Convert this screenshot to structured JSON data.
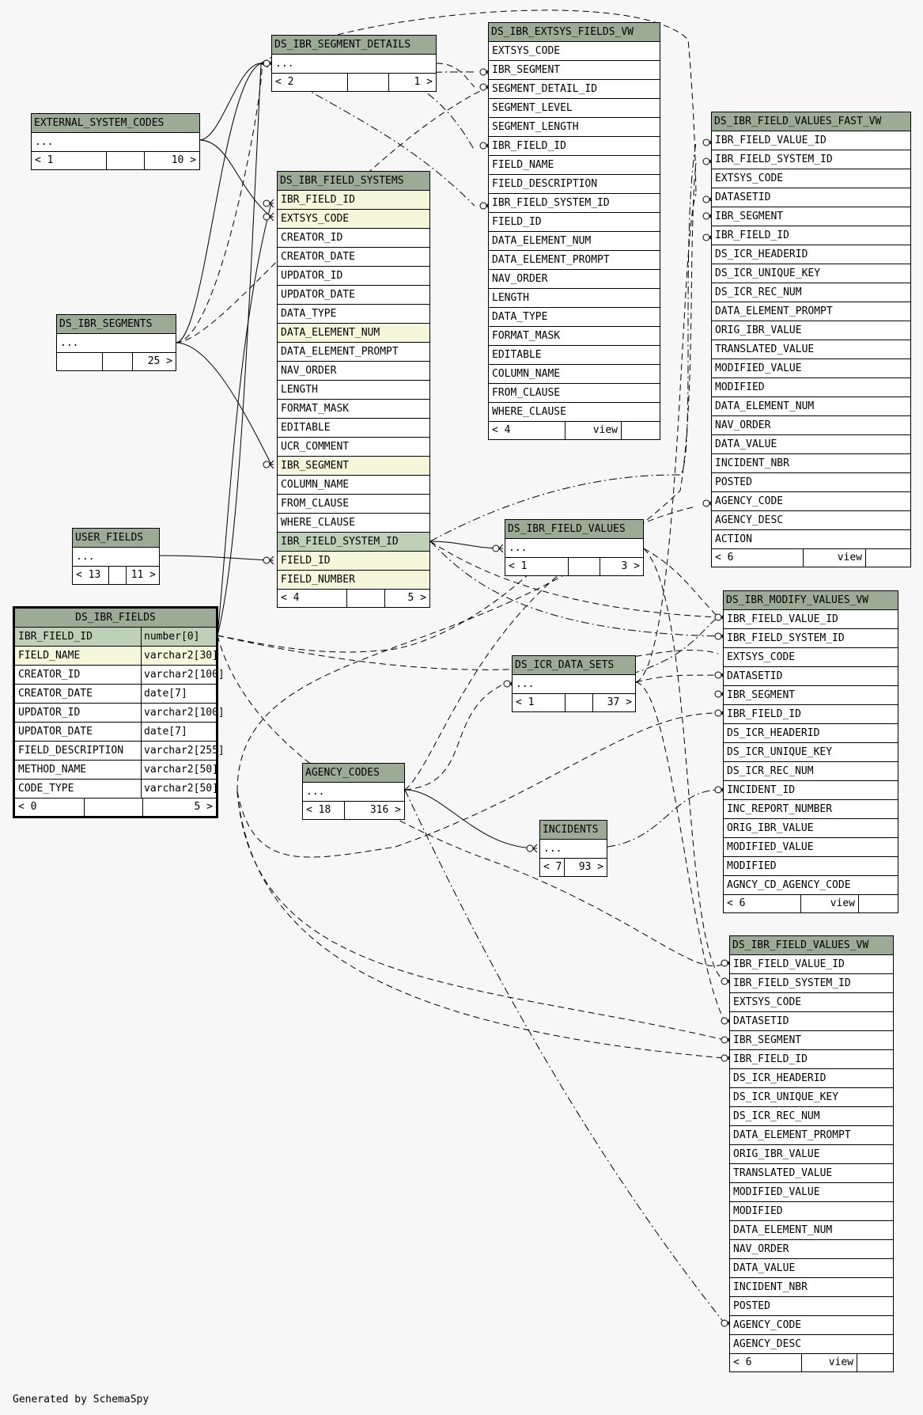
{
  "generated_by": "Generated by SchemaSpy",
  "tables": {
    "ds_ibr_segment_details": {
      "name": "DS_IBR_SEGMENT_DETAILS",
      "ellipsis": "...",
      "footer": [
        "< 2",
        "",
        "1 >"
      ]
    },
    "external_system_codes": {
      "name": "EXTERNAL_SYSTEM_CODES",
      "ellipsis": "...",
      "footer": [
        "< 1",
        "",
        "10 >"
      ]
    },
    "ds_ibr_segments": {
      "name": "DS_IBR_SEGMENTS",
      "ellipsis": "...",
      "footer": [
        "",
        "",
        "25 >"
      ]
    },
    "user_fields": {
      "name": "USER_FIELDS",
      "ellipsis": "...",
      "footer": [
        "< 13",
        "",
        "11 >"
      ]
    },
    "ds_ibr_fields": {
      "name": "DS_IBR_FIELDS",
      "columns": [
        {
          "name": "IBR_FIELD_ID",
          "type": "number[0]"
        },
        {
          "name": "FIELD_NAME",
          "type": "varchar2[30]"
        },
        {
          "name": "CREATOR_ID",
          "type": "varchar2[100]"
        },
        {
          "name": "CREATOR_DATE",
          "type": "date[7]"
        },
        {
          "name": "UPDATOR_ID",
          "type": "varchar2[100]"
        },
        {
          "name": "UPDATOR_DATE",
          "type": "date[7]"
        },
        {
          "name": "FIELD_DESCRIPTION",
          "type": "varchar2[255]"
        },
        {
          "name": "METHOD_NAME",
          "type": "varchar2[50]"
        },
        {
          "name": "CODE_TYPE",
          "type": "varchar2[50]"
        }
      ],
      "footer": [
        "< 0",
        "",
        "5 >"
      ]
    },
    "ds_ibr_field_systems": {
      "name": "DS_IBR_FIELD_SYSTEMS",
      "columns": [
        "IBR_FIELD_ID",
        "EXTSYS_CODE",
        "CREATOR_ID",
        "CREATOR_DATE",
        "UPDATOR_ID",
        "UPDATOR_DATE",
        "DATA_TYPE",
        "DATA_ELEMENT_NUM",
        "DATA_ELEMENT_PROMPT",
        "NAV_ORDER",
        "LENGTH",
        "FORMAT_MASK",
        "EDITABLE",
        "UCR_COMMENT",
        "IBR_SEGMENT",
        "COLUMN_NAME",
        "FROM_CLAUSE",
        "WHERE_CLAUSE",
        "IBR_FIELD_SYSTEM_ID",
        "FIELD_ID",
        "FIELD_NUMBER"
      ],
      "footer": [
        "< 4",
        "",
        "5 >"
      ]
    },
    "ds_ibr_extsys_fields_vw": {
      "name": "DS_IBR_EXTSYS_FIELDS_VW",
      "columns": [
        "EXTSYS_CODE",
        "IBR_SEGMENT",
        "SEGMENT_DETAIL_ID",
        "SEGMENT_LEVEL",
        "SEGMENT_LENGTH",
        "IBR_FIELD_ID",
        "FIELD_NAME",
        "FIELD_DESCRIPTION",
        "IBR_FIELD_SYSTEM_ID",
        "FIELD_ID",
        "DATA_ELEMENT_NUM",
        "DATA_ELEMENT_PROMPT",
        "NAV_ORDER",
        "LENGTH",
        "DATA_TYPE",
        "FORMAT_MASK",
        "EDITABLE",
        "COLUMN_NAME",
        "FROM_CLAUSE",
        "WHERE_CLAUSE"
      ],
      "footer": [
        "< 4",
        "view",
        ""
      ]
    },
    "ds_ibr_field_values_fast_vw": {
      "name": "DS_IBR_FIELD_VALUES_FAST_VW",
      "columns": [
        "IBR_FIELD_VALUE_ID",
        "IBR_FIELD_SYSTEM_ID",
        "EXTSYS_CODE",
        "DATASETID",
        "IBR_SEGMENT",
        "IBR_FIELD_ID",
        "DS_ICR_HEADERID",
        "DS_ICR_UNIQUE_KEY",
        "DS_ICR_REC_NUM",
        "DATA_ELEMENT_PROMPT",
        "ORIG_IBR_VALUE",
        "TRANSLATED_VALUE",
        "MODIFIED_VALUE",
        "MODIFIED",
        "DATA_ELEMENT_NUM",
        "NAV_ORDER",
        "DATA_VALUE",
        "INCIDENT_NBR",
        "POSTED",
        "AGENCY_CODE",
        "AGENCY_DESC",
        "ACTION"
      ],
      "footer": [
        "< 6",
        "view",
        ""
      ]
    },
    "ds_ibr_field_values": {
      "name": "DS_IBR_FIELD_VALUES",
      "ellipsis": "...",
      "footer": [
        "< 1",
        "",
        "3 >"
      ]
    },
    "ds_ibr_modify_values_vw": {
      "name": "DS_IBR_MODIFY_VALUES_VW",
      "columns": [
        "IBR_FIELD_VALUE_ID",
        "IBR_FIELD_SYSTEM_ID",
        "EXTSYS_CODE",
        "DATASETID",
        "IBR_SEGMENT",
        "IBR_FIELD_ID",
        "DS_ICR_HEADERID",
        "DS_ICR_UNIQUE_KEY",
        "DS_ICR_REC_NUM",
        "INCIDENT_ID",
        "INC_REPORT_NUMBER",
        "ORIG_IBR_VALUE",
        "MODIFIED_VALUE",
        "MODIFIED",
        "AGNCY_CD_AGENCY_CODE"
      ],
      "footer": [
        "< 6",
        "view",
        ""
      ]
    },
    "ds_icr_data_sets": {
      "name": "DS_ICR_DATA_SETS",
      "ellipsis": "...",
      "footer": [
        "< 1",
        "",
        "37 >"
      ]
    },
    "agency_codes": {
      "name": "AGENCY_CODES",
      "ellipsis": "...",
      "footer": [
        "< 18",
        "316 >"
      ]
    },
    "incidents": {
      "name": "INCIDENTS",
      "ellipsis": "...",
      "footer": [
        "< 7",
        "93 >"
      ]
    },
    "ds_ibr_field_values_vw": {
      "name": "DS_IBR_FIELD_VALUES_VW",
      "columns": [
        "IBR_FIELD_VALUE_ID",
        "IBR_FIELD_SYSTEM_ID",
        "EXTSYS_CODE",
        "DATASETID",
        "IBR_SEGMENT",
        "IBR_FIELD_ID",
        "DS_ICR_HEADERID",
        "DS_ICR_UNIQUE_KEY",
        "DS_ICR_REC_NUM",
        "DATA_ELEMENT_PROMPT",
        "ORIG_IBR_VALUE",
        "TRANSLATED_VALUE",
        "MODIFIED_VALUE",
        "MODIFIED",
        "DATA_ELEMENT_NUM",
        "NAV_ORDER",
        "DATA_VALUE",
        "INCIDENT_NBR",
        "POSTED",
        "AGENCY_CODE",
        "AGENCY_DESC"
      ],
      "footer": [
        "< 6",
        "view",
        ""
      ]
    }
  }
}
